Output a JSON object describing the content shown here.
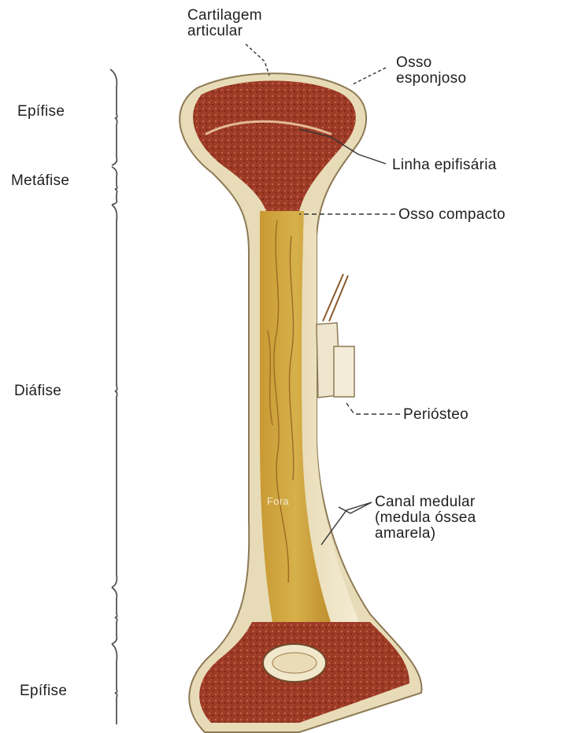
{
  "labels": {
    "cartilagem_articular": [
      "Cartilagem",
      "articular"
    ],
    "osso_esponjoso": [
      "Osso",
      "esponjoso"
    ],
    "linha_epifisaria": "Linha epifisária",
    "osso_compacto": "Osso compacto",
    "periosteo": "Periósteo",
    "canal_medular": [
      "Canal medular",
      "(medula óssea",
      "amarela)"
    ],
    "epifise_top": "Epífise",
    "metafise": "Metáfise",
    "diafise": "Diáfise",
    "epifise_bottom": "Epífise",
    "forame": "Fora"
  },
  "colors": {
    "background": "#ffffff",
    "spongy_bone": "#9c3a26",
    "marrow_yellow": "#c9a23c",
    "compact_bone": "#efe4c6",
    "periosteum_edge": "#d9cfae",
    "label_text": "#1f1f1f",
    "leader_line": "#333333"
  }
}
